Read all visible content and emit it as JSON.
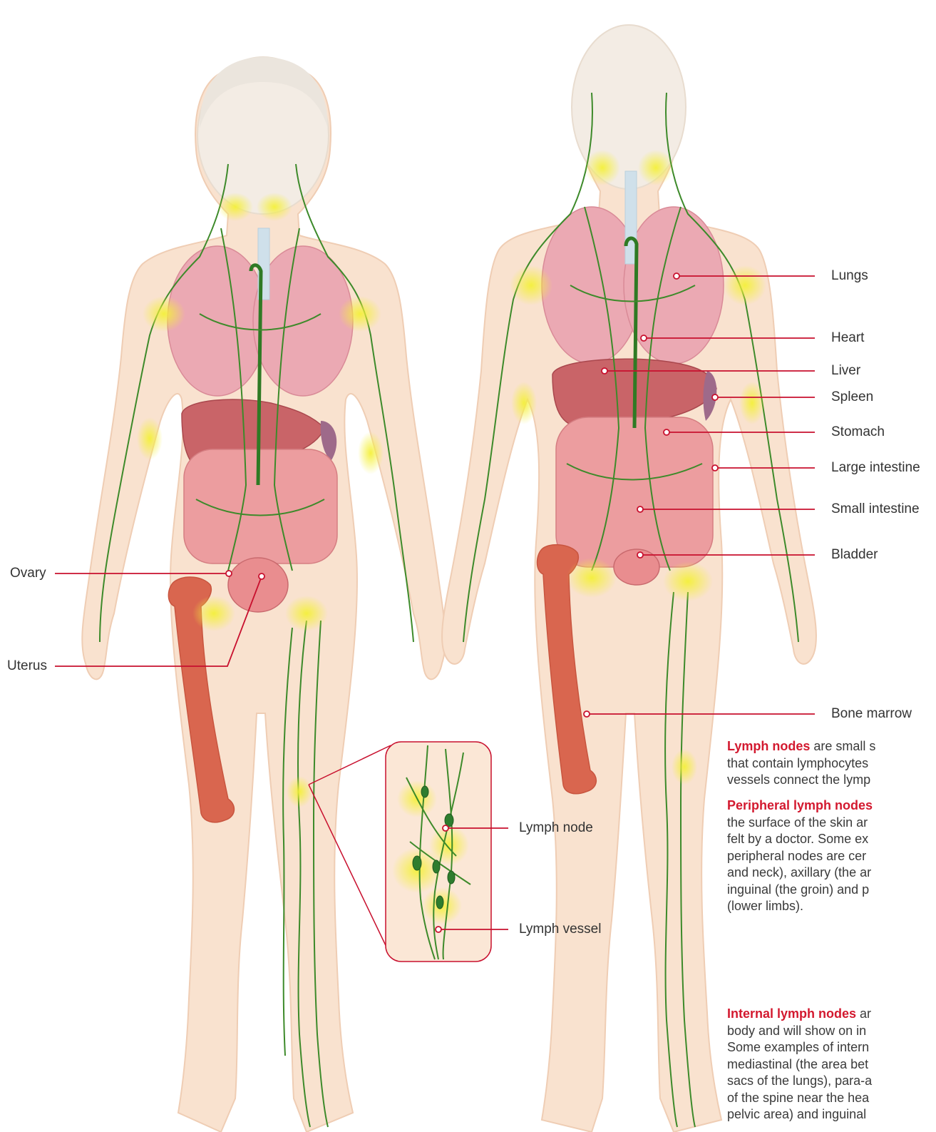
{
  "colors": {
    "label_line": "#c8102e",
    "highlight_text": "#d3192f",
    "lymph_green": "#3a7d22",
    "node_glow": "#f4f03a",
    "skin": "#f9dfc8",
    "bone": "#d9664f",
    "lung": "#e9a7b1",
    "organ": "#e3929a"
  },
  "labels": {
    "lungs": "Lungs",
    "heart": "Heart",
    "liver": "Liver",
    "spleen": "Spleen",
    "stomach": "Stomach",
    "large_intestine": "Large intestine",
    "small_intestine": "Small intestine",
    "bladder": "Bladder",
    "ovary": "Ovary",
    "uterus": "Uterus",
    "bone_marrow": "Bone marrow",
    "lymph_node": "Lymph node",
    "lymph_vessel": "Lymph vessel"
  },
  "text": {
    "p1_head": "Lymph nodes",
    "p1_lines": [
      " are small s",
      "that contain lymphocytes",
      "vessels connect the lymp"
    ],
    "p2_head": "Peripheral lymph nodes",
    "p2_lines": [
      "the surface of the skin ar",
      "felt by a doctor. Some ex",
      "peripheral nodes are cer",
      "and neck), axillary (the ar",
      "inguinal (the groin) and p",
      "(lower limbs)."
    ],
    "p3_head": "Internal lymph nodes",
    "p3_lines": [
      " ar",
      "body and will show on in",
      "Some examples of intern",
      "mediastinal (the area bet",
      "sacs of the lungs), para-a",
      "of the spine near the hea",
      "pelvic area) and inguinal"
    ]
  }
}
